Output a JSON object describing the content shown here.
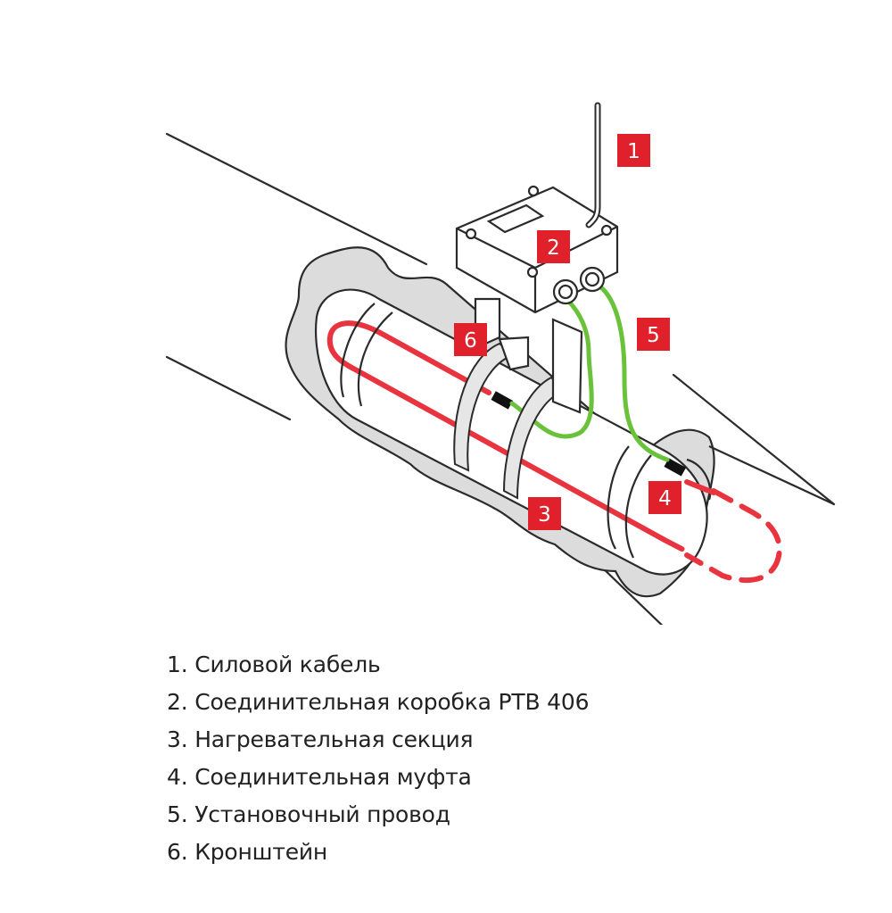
{
  "colors": {
    "red": "#e8343f",
    "green": "#6ac23a",
    "badge": "#e0202b",
    "line": "#2b2b2b",
    "insulation_fill": "#dcdcdc",
    "box_fill": "#ffffff"
  },
  "markers": [
    {
      "number": "1"
    },
    {
      "number": "2"
    },
    {
      "number": "3"
    },
    {
      "number": "4"
    },
    {
      "number": "5"
    },
    {
      "number": "6"
    }
  ],
  "legend": [
    {
      "text": "1. Силовой кабель"
    },
    {
      "text": "2. Соединительная коробка PTB 406"
    },
    {
      "text": "3. Нагревательная секция"
    },
    {
      "text": "4. Соединительная муфта"
    },
    {
      "text": "5. Установочный провод"
    },
    {
      "text": "6. Кронштейн"
    }
  ]
}
